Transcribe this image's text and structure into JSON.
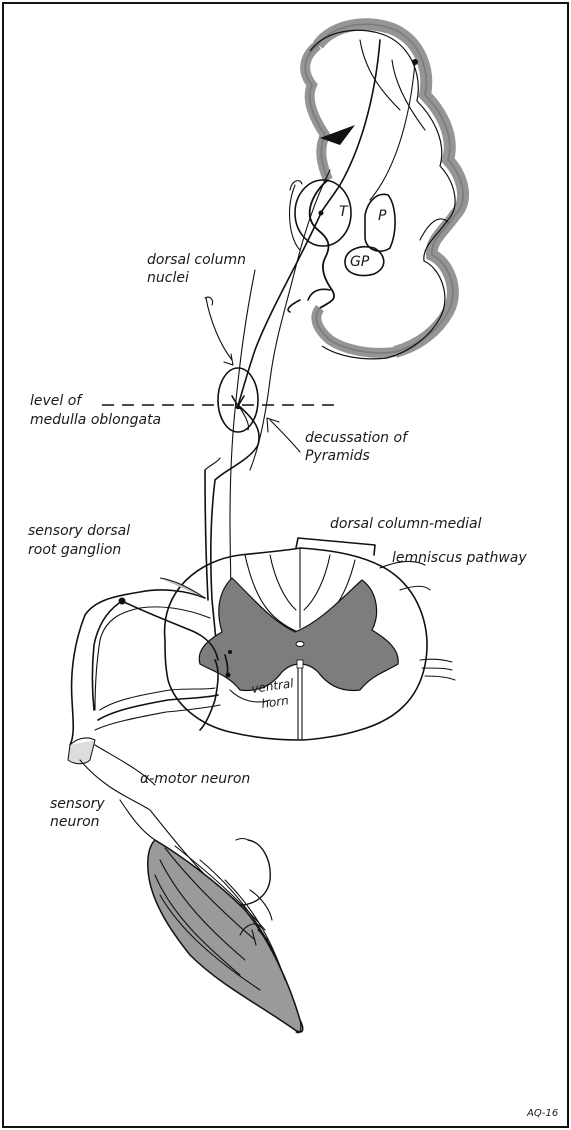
{
  "labels": {
    "dorsal_column_nuclei_line1": "dorsal column",
    "dorsal_column_nuclei_line2": "nuclei",
    "level_line1": "level of",
    "level_line2": "medulla oblongata",
    "decussation_line1": "decussation of",
    "decussation_line2": "Pyramids",
    "sensory_drg_line1": "sensory dorsal",
    "sensory_drg_line2": "root ganglion",
    "pathway_line1": "dorsal column-medial",
    "pathway_line2": "lemniscus pathway",
    "ventral_horn_line1": "ventral",
    "ventral_horn_line2": "horn",
    "alpha_motor": "α-motor neuron",
    "sensory_neuron_line1": "sensory",
    "sensory_neuron_line2": "neuron",
    "thalamus": "T",
    "putamen": "P",
    "globus_pallidus": "GP",
    "signature": "AQ-16"
  },
  "colors": {
    "ink": "#111111",
    "cortex_gray": "#8a8a8a",
    "gray_matter": "#7d7d7d",
    "muscle_gray": "#9a9a9a",
    "background": "#ffffff"
  }
}
